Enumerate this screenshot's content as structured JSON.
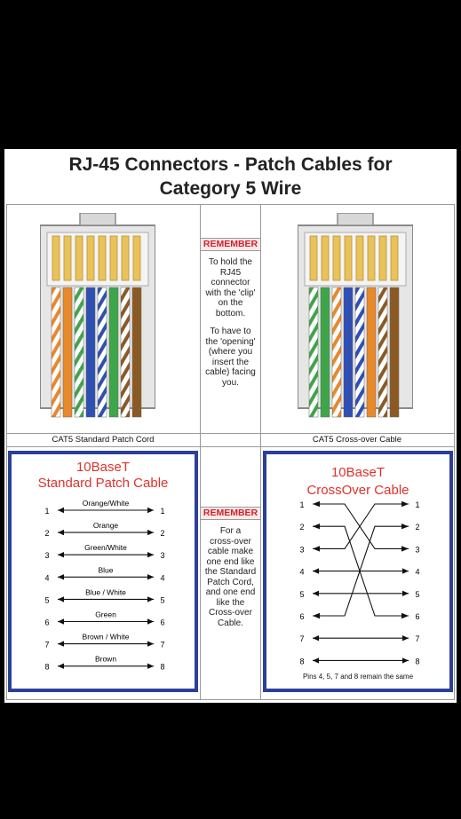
{
  "title": {
    "line1": "RJ-45 Connectors - Patch Cables for",
    "line2": "Category 5 Wire"
  },
  "colors": {
    "blue_frame": "#2b3f9a",
    "red_text": "#e0322c",
    "orange": "#e8892a",
    "green": "#3fa54a",
    "blue": "#2f4fb2",
    "brown": "#8b5a24",
    "gold_pin": "#e9c25a"
  },
  "remember_top": {
    "heading": "REMEMBER",
    "paragraph1": [
      "To hold the",
      "RJ45",
      "connector",
      "with the 'clip'",
      "on the",
      "bottom."
    ],
    "paragraph2": [
      "To have to",
      "the 'opening'",
      "(where you",
      "insert the",
      "cable) facing",
      "you."
    ]
  },
  "remember_bottom": {
    "heading": "REMEMBER",
    "lines": [
      "For a",
      "cross-over",
      "cable make",
      "one end like",
      "the Standard",
      "Patch Cord,",
      "and one end",
      "like the",
      "Cross-over",
      "Cable."
    ]
  },
  "captions": {
    "left": "CAT5 Standard Patch Cord",
    "right": "CAT5 Cross-over Cable"
  },
  "connectors": {
    "standard_wires": [
      "orange-white",
      "orange",
      "green-white",
      "blue",
      "blue-white",
      "green",
      "brown-white",
      "brown"
    ],
    "crossover_wires": [
      "green-white",
      "green",
      "orange-white",
      "blue",
      "blue-white",
      "orange",
      "brown-white",
      "brown"
    ]
  },
  "standard_box": {
    "title1": "10BaseT",
    "title2": "Standard Patch Cable",
    "rows": [
      {
        "n": "1",
        "label": "Orange/White"
      },
      {
        "n": "2",
        "label": "Orange"
      },
      {
        "n": "3",
        "label": "Green/White"
      },
      {
        "n": "4",
        "label": "Blue"
      },
      {
        "n": "5",
        "label": "Blue / White"
      },
      {
        "n": "6",
        "label": "Green"
      },
      {
        "n": "7",
        "label": "Brown / White"
      },
      {
        "n": "8",
        "label": "Brown"
      }
    ]
  },
  "crossover_box": {
    "title1": "10BaseT",
    "title2": "CrossOver Cable",
    "left_pins": [
      "1",
      "2",
      "3",
      "4",
      "5",
      "6",
      "7",
      "8"
    ],
    "right_pins": [
      "1",
      "2",
      "3",
      "4",
      "5",
      "6",
      "7",
      "8"
    ],
    "mapping": [
      3,
      6,
      1,
      4,
      5,
      2,
      7,
      8
    ],
    "footnote": "Pins 4, 5, 7 and 8 remain the same"
  }
}
